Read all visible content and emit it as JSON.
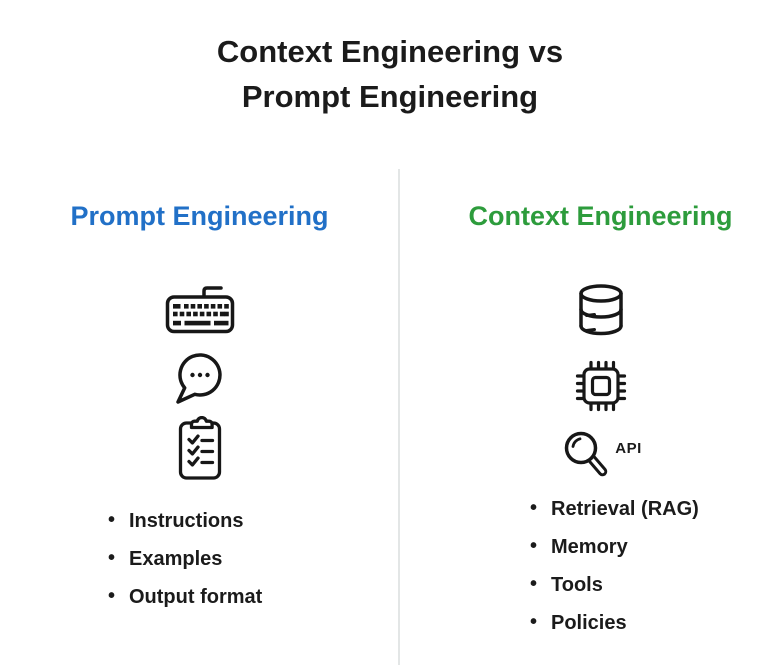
{
  "title": {
    "line1": "Context Engineering vs",
    "line2": "Prompt Engineering"
  },
  "left_column": {
    "heading": "Prompt Engineering",
    "heading_color": "#2170c7",
    "icons": [
      "keyboard-icon",
      "speech-bubble-icon",
      "checklist-clipboard-icon"
    ],
    "bullets": [
      "Instructions",
      "Examples",
      "Output format"
    ]
  },
  "right_column": {
    "heading": "Context Engineering",
    "heading_color": "#2d9c3c",
    "icons": [
      "database-icon",
      "processor-chip-icon",
      "magnifier-api-icon"
    ],
    "api_label": "API",
    "bullets": [
      "Retrieval (RAG)",
      "Memory",
      "Tools",
      "Policies"
    ]
  },
  "colors": {
    "background": "#ffffff",
    "text": "#1b1b1b",
    "icon_stroke": "#171717",
    "divider": "#e3e6e6",
    "prompt_blue": "#2170c7",
    "context_green": "#2d9c3c"
  }
}
